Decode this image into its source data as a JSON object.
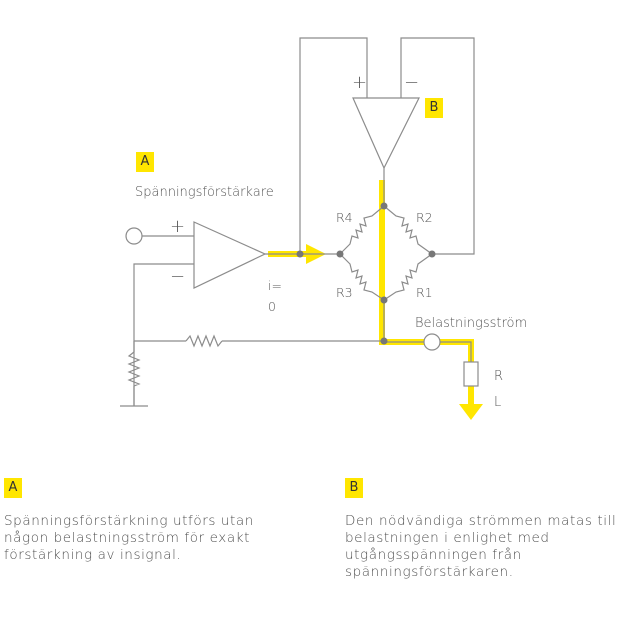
{
  "diagram": {
    "badge_a": "A",
    "badge_b": "B",
    "voltage_amplifier_title": "Spänningsförstärkare",
    "plus_sign": "+",
    "minus_sign": "−",
    "current_label_line1": "i=",
    "current_label_line2": "0",
    "r1": "R1",
    "r2": "R2",
    "r3": "R3",
    "r4": "R4",
    "load_current_label": "Belastningsström",
    "rl_line1": "R",
    "rl_line2": "L"
  },
  "notes": [
    {
      "badge": "A",
      "lines": [
        "Spänningsförstärkning utförs utan",
        "någon belastningsström för exakt",
        "förstärkning av insignal."
      ]
    },
    {
      "badge": "B",
      "lines": [
        "Den nödvändiga strömmen matas till",
        "belastningen i enlighet med",
        "utgångsspänningen från",
        "spänningsförstärkaren."
      ]
    }
  ],
  "colors": {
    "highlight": "#ffe600",
    "wire": "#8c8c8c",
    "node": "#777777",
    "text": "#555555"
  }
}
